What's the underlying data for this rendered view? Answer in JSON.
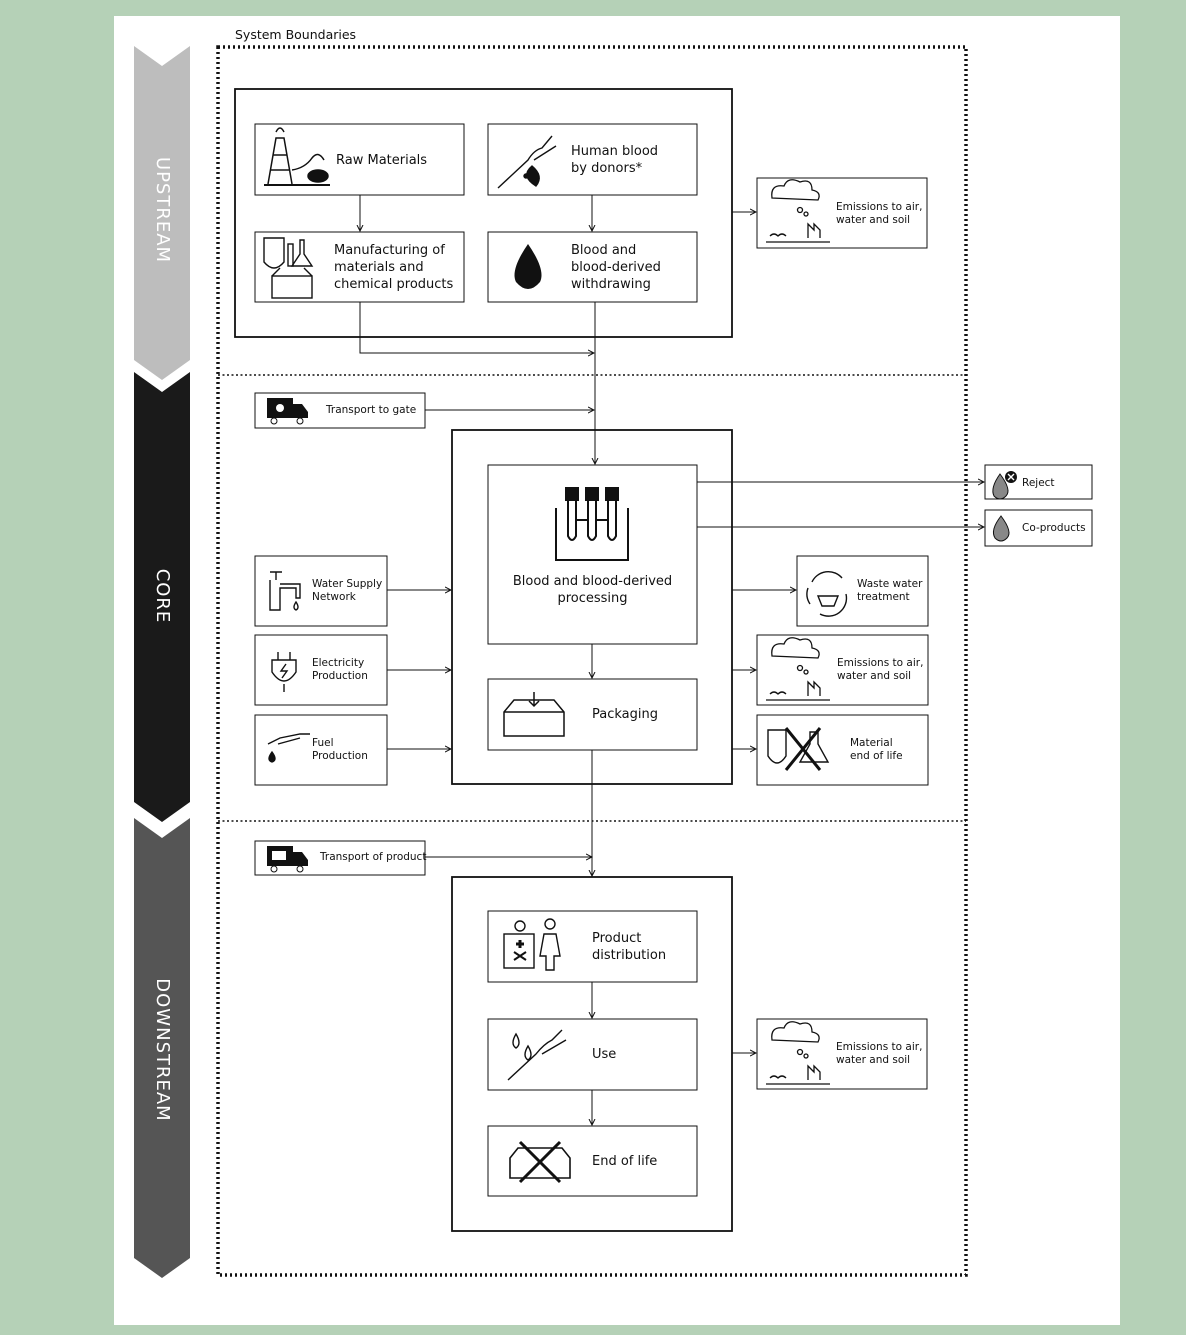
{
  "system_boundaries_label": "System Boundaries",
  "stages": {
    "upstream": "UPSTREAM",
    "core": "CORE",
    "downstream": "DOWNSTREAM"
  },
  "upstream": {
    "raw_materials": "Raw Materials",
    "human_blood": "Human blood\nby donors*",
    "manufacturing": "Manufacturing of\nmaterials and\nchemical products",
    "blood_withdrawing": "Blood and\nblood-derived\nwithdrawing",
    "emissions": "Emissions to air,\nwater and soil"
  },
  "core": {
    "transport_to_gate": "Transport to gate",
    "water_supply": "Water Supply\nNetwork",
    "electricity": "Electricity\nProduction",
    "fuel": "Fuel\nProduction",
    "processing": "Blood and blood-derived\nprocessing",
    "packaging": "Packaging",
    "reject": "Reject",
    "co_products": "Co-products",
    "waste_water": "Waste water\ntreatment",
    "emissions": "Emissions to air,\nwater and soil",
    "material_eol": "Material\nend of life"
  },
  "downstream": {
    "transport_of_product": "Transport of product",
    "product_distribution": "Product\ndistribution",
    "use": "Use",
    "end_of_life": "End of life",
    "emissions": "Emissions to air,\nwater and soil"
  },
  "colors": {
    "background": "#b5d1b7",
    "upstream_arrow": "#bdbdbd",
    "core_arrow": "#1a1a1a",
    "downstream_arrow": "#555555"
  }
}
